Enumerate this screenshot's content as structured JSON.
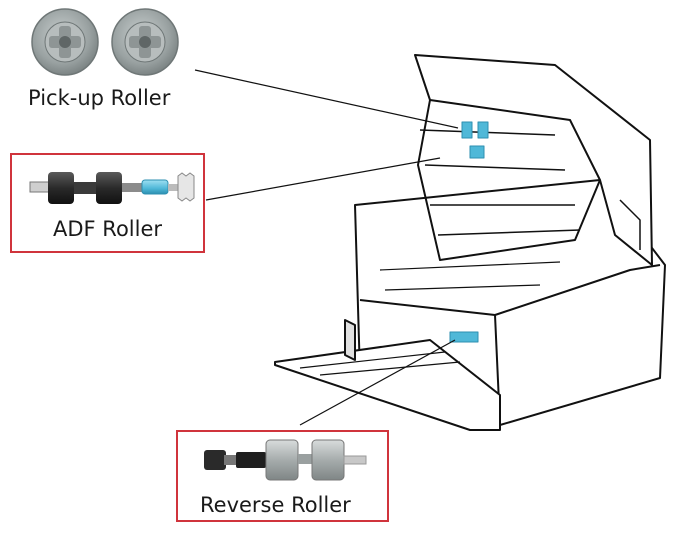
{
  "labels": {
    "pickup": "Pick-up Roller",
    "adf": "ADF Roller",
    "reverse": "Reverse Roller"
  },
  "colors": {
    "highlight_box": "#d0343c",
    "roller_blue": "#4fb8d8",
    "line": "#111111"
  },
  "icons": {
    "pickup": "pickup-roller-icon",
    "adf": "adf-roller-icon",
    "reverse": "reverse-roller-icon",
    "scanner": "document-scanner-illustration"
  }
}
